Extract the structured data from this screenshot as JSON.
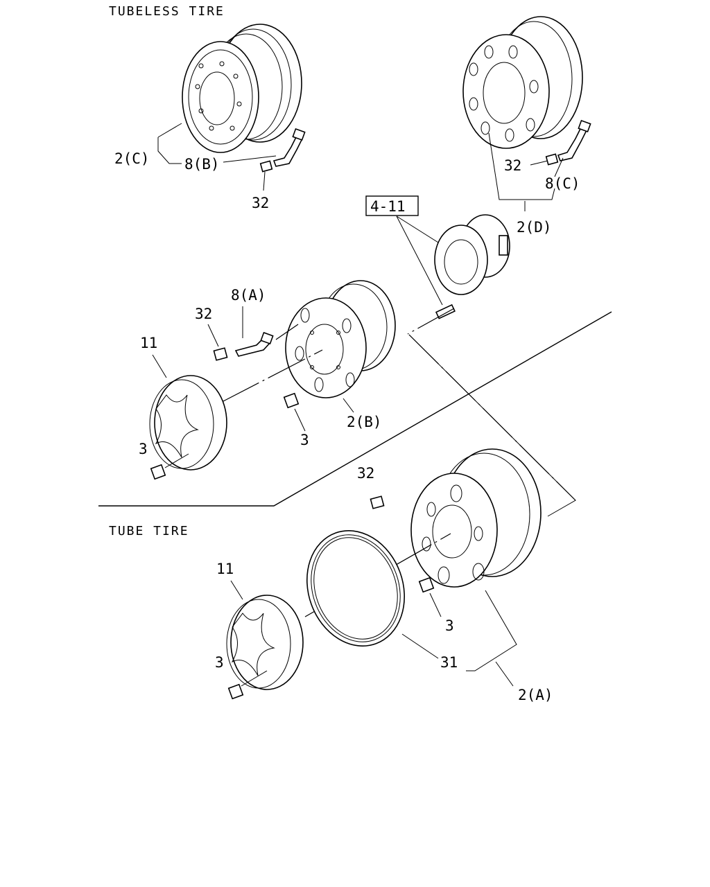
{
  "sections": {
    "tubeless": "TUBELESS TIRE",
    "tube": "TUBE TIRE"
  },
  "reference_box": "4-11",
  "callouts": {
    "wheel_c": "2(C)",
    "valve_b": "8(B)",
    "cap_top_left": "32",
    "cap_top_right": "32",
    "valve_c": "8(C)",
    "wheel_d": "2(D)",
    "valve_a": "8(A)",
    "cap_mid": "32",
    "cover_mid": "11",
    "nut_mid_a": "3",
    "nut_mid_b": "3",
    "wheel_b": "2(B)",
    "cap_lower": "32",
    "cover_low": "11",
    "nut_low_a": "3",
    "nut_low_b": "3",
    "flap": "31",
    "wheel_a": "2(A)"
  }
}
